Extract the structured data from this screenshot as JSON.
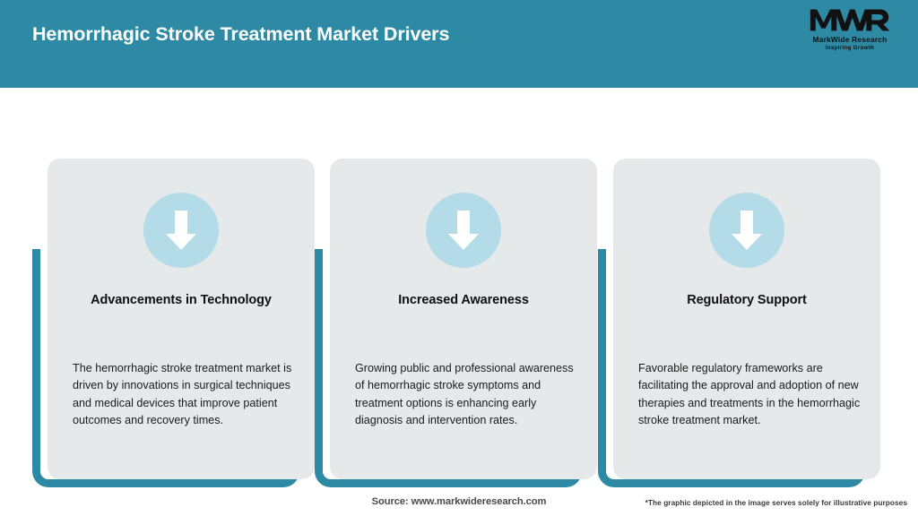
{
  "header": {
    "title": "Hemorrhagic Stroke Treatment Market Drivers",
    "background_color": "#2E8AA4",
    "title_color": "#FFFFFF"
  },
  "logo": {
    "mark": "MWR",
    "name": "MarkWide Research",
    "tagline": "Inspiring Growth"
  },
  "theme": {
    "accent_teal": "#2E8AA4",
    "card_background": "#E6E9EA",
    "badge_circle": "#B3DCE8",
    "arrow_color": "#FFFFFF",
    "page_background": "#FFFFFF"
  },
  "cards": [
    {
      "icon": "arrow-down-icon",
      "title": "Advancements in Technology",
      "body": "The hemorrhagic stroke treatment market is driven by innovations in surgical techniques and medical devices that improve patient outcomes and recovery times."
    },
    {
      "icon": "arrow-down-icon",
      "title": "Increased Awareness",
      "body": "Growing public and professional awareness of hemorrhagic stroke symptoms and treatment options is enhancing early diagnosis and intervention rates."
    },
    {
      "icon": "arrow-down-icon",
      "title": "Regulatory Support",
      "body": "Favorable regulatory frameworks are facilitating the approval and adoption of new therapies and treatments in the hemorrhagic stroke treatment market."
    }
  ],
  "footer": {
    "source": "Source: www.markwideresearch.com",
    "disclaimer": "*The graphic depicted in the image serves solely for illustrative purposes"
  }
}
